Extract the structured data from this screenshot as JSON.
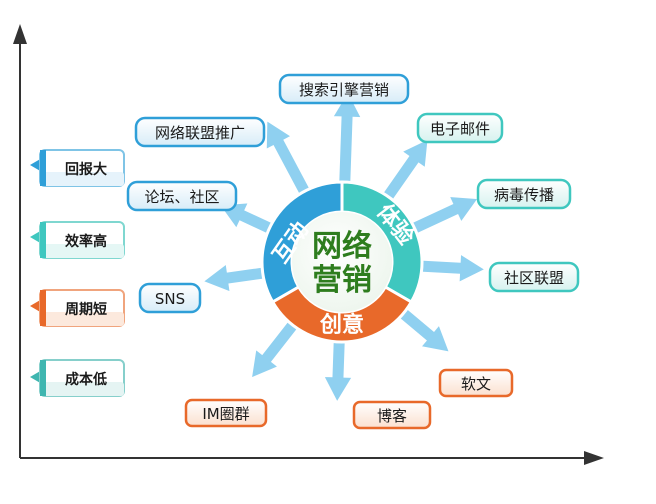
{
  "center": {
    "line1": "网络",
    "line2": "营销",
    "colors": {
      "text": "#2e7d1e",
      "core": "#ffffff"
    }
  },
  "ring": {
    "segments": [
      {
        "label": "互动",
        "color": "#2f9fd8"
      },
      {
        "label": "体验",
        "color": "#3fc7bf"
      },
      {
        "label": "创意",
        "color": "#e8692a"
      }
    ]
  },
  "nodes": {
    "search_engine": "搜索引擎营销",
    "alliance_promo": "网络联盟推广",
    "email": "电子邮件",
    "viral": "病毒传播",
    "forum": "论坛、社区",
    "community_alliance": "社区联盟",
    "sns": "SNS",
    "soft_article": "软文",
    "im_group": "IM圈群",
    "blog": "博客"
  },
  "side_tags": [
    {
      "label": "回报大",
      "accent": "#2f9fd8"
    },
    {
      "label": "效率高",
      "accent": "#3fc7bf"
    },
    {
      "label": "周期短",
      "accent": "#e8692a"
    },
    {
      "label": "成本低",
      "accent": "#3fb6b0"
    }
  ],
  "colors": {
    "blue_box": "#2f9fd8",
    "teal_box": "#3fc7bf",
    "orange_box": "#e8692a",
    "arrow": "#8fd0f0",
    "axis": "#333333"
  }
}
